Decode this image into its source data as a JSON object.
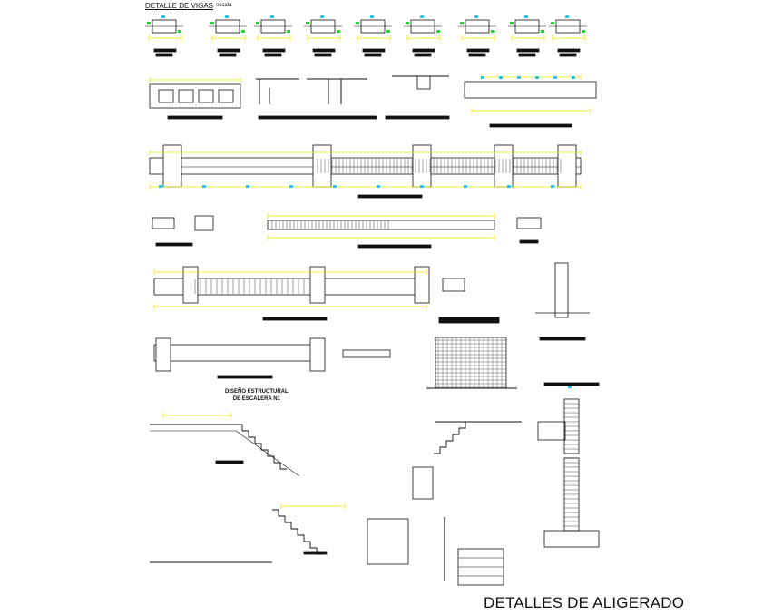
{
  "header": {
    "title": "DETALLE DE VIGAS",
    "subtitle": "escala"
  },
  "stairs": {
    "title_line1": "DISEÑO ESTRUCTURAL",
    "title_line2": "DE ESCALERA N1"
  },
  "footer": {
    "title": "DETALLES DE ALIGERADO"
  },
  "colors": {
    "line": "#111111",
    "dimension": "#f2e600",
    "rebar_marker": "#27d43a",
    "tag_marker": "#29c6e8",
    "accent_magenta": "#e040e0"
  }
}
